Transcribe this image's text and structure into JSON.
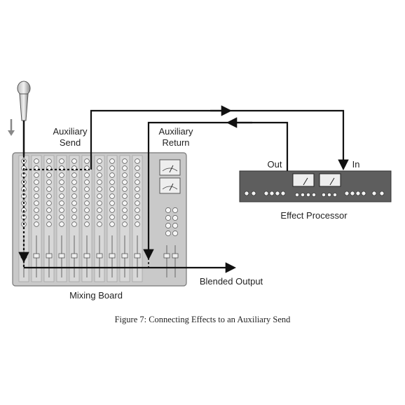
{
  "labels": {
    "aux_send_line1": "Auxiliary",
    "aux_send_line2": "Send",
    "aux_return_line1": "Auxiliary",
    "aux_return_line2": "Return",
    "out": "Out",
    "in": "In",
    "effect_processor": "Effect Processor",
    "blended_output": "Blended Output",
    "mixing_board": "Mixing Board"
  },
  "caption": "Figure 7: Connecting Effects to an Auxiliary Send",
  "colors": {
    "board_fill": "#c9c9c9",
    "processor_fill": "#5e5e5e",
    "line": "#111111"
  }
}
